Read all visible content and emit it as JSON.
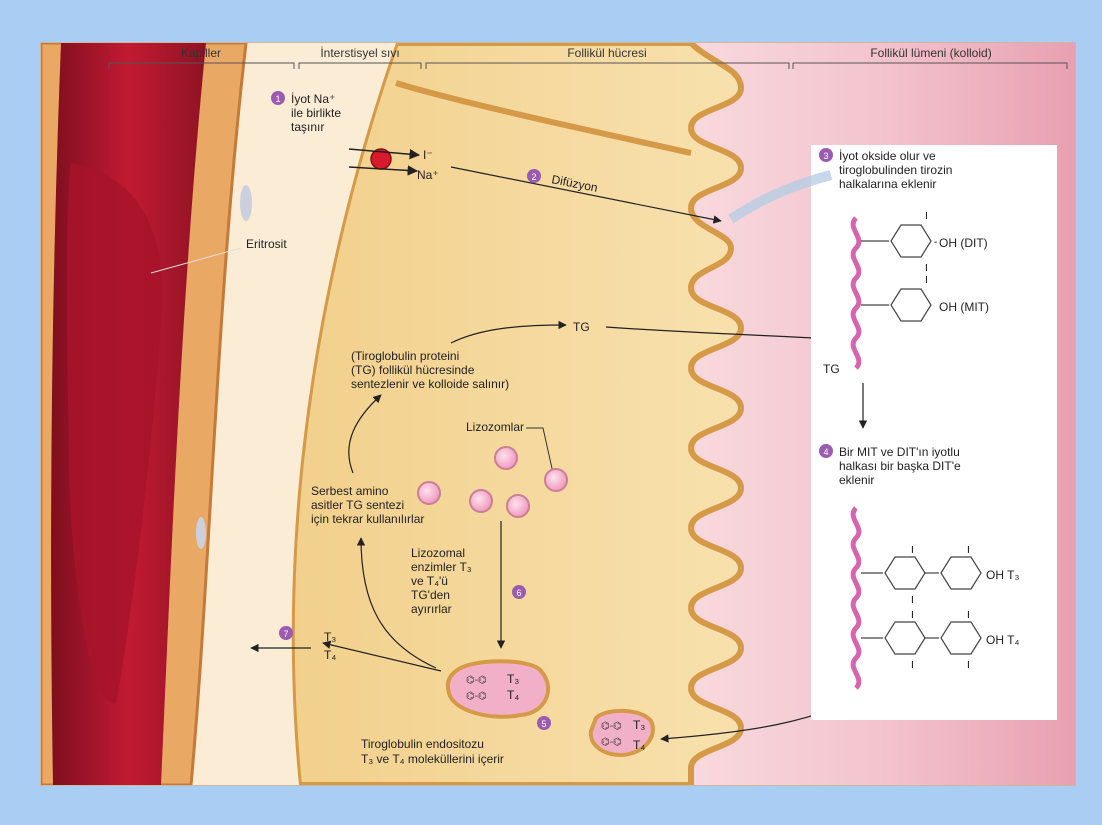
{
  "headers": {
    "capillary": "Kapiller",
    "interstitial": "İnterstisyel sıvı",
    "follicle_cell": "Follikül hücresi",
    "lumen": "Follikül lümeni (kolloid)"
  },
  "steps": {
    "s1": {
      "num": "1",
      "lines": [
        "İyot Na⁺",
        "ile birlikte",
        "taşınır"
      ]
    },
    "s2": {
      "num": "2",
      "label": "Difüzyon"
    },
    "s3": {
      "num": "3",
      "lines": [
        "İyot okside olur ve",
        "tiroglobulinden tirozin",
        "halkalarına eklenir"
      ]
    },
    "s4": {
      "num": "4",
      "lines": [
        "Bir MIT ve DIT'ın iyotlu",
        "halkası bir başka DIT'e",
        "eklenir"
      ]
    },
    "s5": {
      "num": "5",
      "lines": [
        "Tiroglobulin endositozu",
        "T₃ ve T₄ moleküllerini içerir"
      ]
    },
    "s6": {
      "num": "6",
      "lines": [
        "Lizozomal",
        "enzimler T₃",
        "ve T₄'ü",
        "TG'den",
        "ayırırlar"
      ]
    },
    "s7": {
      "num": "7"
    }
  },
  "labels": {
    "iodide": "I⁻",
    "sodium": "Na⁺",
    "eritrosit": "Eritrosit",
    "tg_top": "TG",
    "tg_panel": "TG",
    "tg_synthesis": [
      "(Tiroglobulin proteini",
      "(TG) follikül hücresinde",
      "sentezlenir ve kolloide salınır)"
    ],
    "lizozomlar": "Lizozomlar",
    "amino": [
      "Serbest amino",
      "asitler TG sentezi",
      "için tekrar kullanılırlar"
    ],
    "dit": "OH (DIT)",
    "mit": "OH (MIT)",
    "t3_oh": "OH T₃",
    "t4_oh": "OH T₄",
    "iodine": "I",
    "t3": "T₃",
    "t4": "T₄"
  },
  "colors": {
    "background": "#a9cdf3",
    "cell": "#f3d79b",
    "membrane": "#d59a48",
    "blood": "#c21a33",
    "lumen": "#f0b8c4",
    "tg_chain": "#d565ad",
    "step_badge": "#9a5bb0",
    "lysosome": "#f4a9c7"
  }
}
